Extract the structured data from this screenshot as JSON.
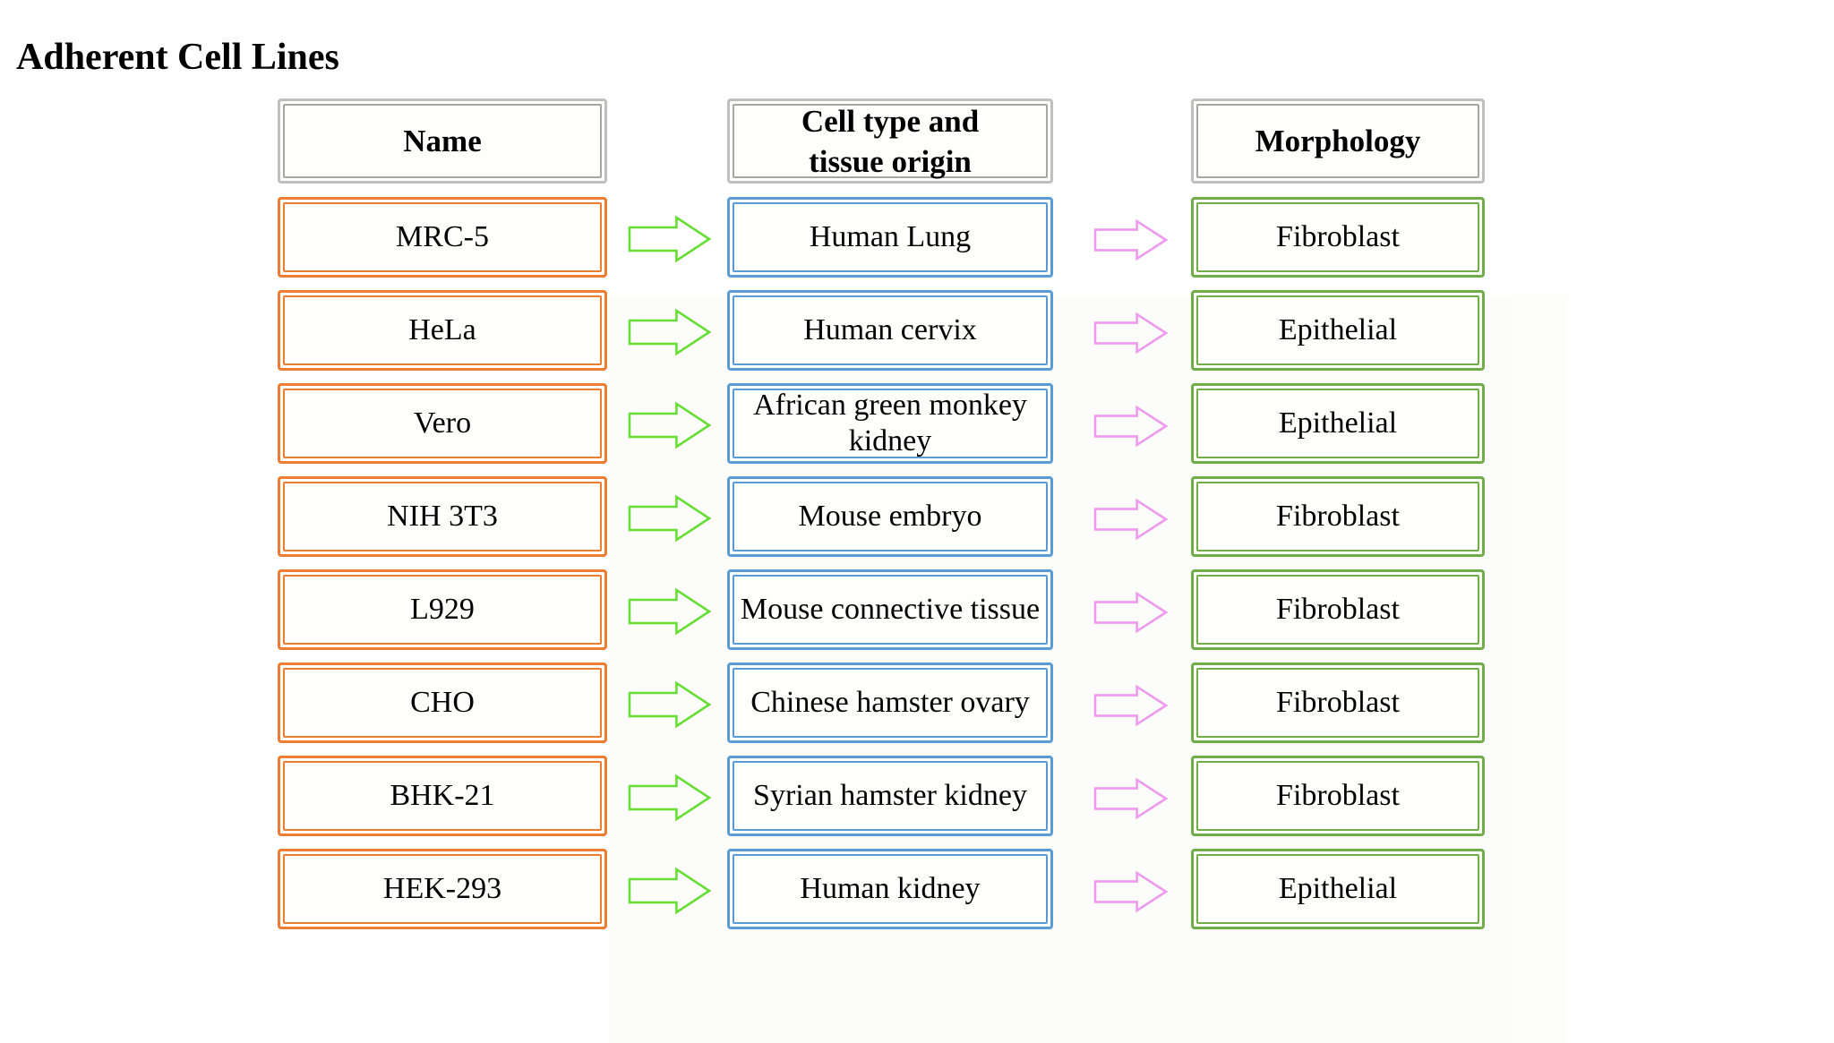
{
  "page": {
    "title": "Adherent Cell Lines",
    "background_color": "#ffffff",
    "text_color": "#000000"
  },
  "colors": {
    "header_border": "#bfbfbf",
    "name_border": "#ed7d31",
    "celltype_border": "#5b9bd5",
    "morphology_border": "#70ad47",
    "arrow_green": "#66dd33",
    "arrow_pink": "#ee99ee",
    "box_fill": "#fefefd"
  },
  "table": {
    "columns": [
      {
        "key": "name",
        "header": "Name"
      },
      {
        "key": "celltype",
        "header": "Cell type and\ntissue origin"
      },
      {
        "key": "morphology",
        "header": "Morphology"
      }
    ],
    "headers": {
      "name": "Name",
      "celltype_line1": "Cell type and",
      "celltype_line2": "tissue origin",
      "morphology": "Morphology"
    },
    "rows": [
      {
        "name": "MRC-5",
        "celltype": "Human Lung",
        "morphology": "Fibroblast"
      },
      {
        "name": "HeLa",
        "celltype": "Human cervix",
        "morphology": "Epithelial"
      },
      {
        "name": "Vero",
        "celltype": "African green monkey kidney",
        "morphology": "Epithelial"
      },
      {
        "name": "NIH 3T3",
        "celltype": "Mouse embryo",
        "morphology": "Fibroblast"
      },
      {
        "name": "L929",
        "celltype": "Mouse connective tissue",
        "morphology": "Fibroblast"
      },
      {
        "name": "CHO",
        "celltype": "Chinese hamster ovary",
        "morphology": "Fibroblast"
      },
      {
        "name": "BHK-21",
        "celltype": "Syrian hamster kidney",
        "morphology": "Fibroblast"
      },
      {
        "name": "HEK-293",
        "celltype": "Human kidney",
        "morphology": "Epithelial"
      }
    ]
  },
  "connectors": {
    "left_arrow_icon": "right-arrow-icon",
    "right_arrow_icon": "right-arrow-icon",
    "left_arrow_color": "#66dd33",
    "right_arrow_color": "#ee99ee",
    "count_per_row": 2
  }
}
